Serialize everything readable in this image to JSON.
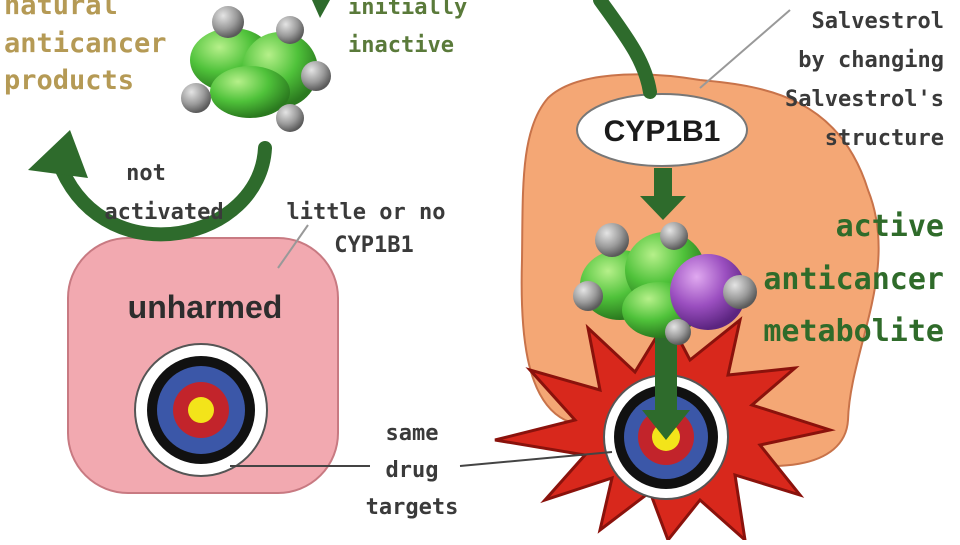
{
  "labels": {
    "natural": "natural",
    "anticancer": "anticancer",
    "products": "products",
    "initially": "initially",
    "inactive": "inactive",
    "not": "not",
    "activated": "activated",
    "little_or_no": "little or no",
    "cyp1b1_small": "CYP1B1",
    "unharmed": "unharmed",
    "same": "same",
    "drug": "drug",
    "targets": "targets",
    "cyp1b1_enzyme": "CYP1B1",
    "salvestrol": "Salvestrol",
    "by_changing": "by changing",
    "salvestrols": "Salvestrol's",
    "structure": "structure",
    "active": "active",
    "anticancer_metabolite": "anticancer",
    "metabolite": "metabolite"
  },
  "colors": {
    "healthy_cell": "#f2a9b0",
    "cancer_cell": "#f4a775",
    "arrow_green": "#2e6b2c",
    "molecule_green": "#4fc23a",
    "atom_grey": "#9a9a9a",
    "atom_purple": "#8e44ad",
    "explosion_red": "#d8281c",
    "target_blue": "#3b57a8",
    "target_red": "#c2242b",
    "target_yellow": "#f3e41a"
  }
}
